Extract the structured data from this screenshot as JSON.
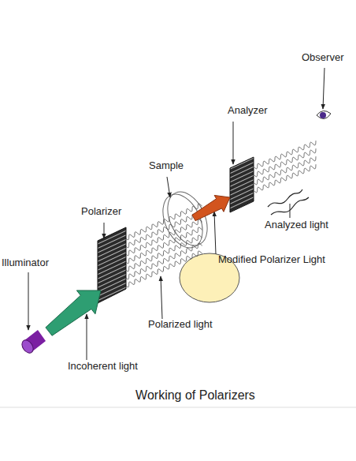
{
  "diagram": {
    "caption": "Working of Polarizers",
    "labels": [
      "Observer",
      "Analyzer",
      "Sample",
      "Polarizer",
      "Analyzed light",
      "Modified Polarizer Light",
      "Illuminator",
      "Polarized light",
      "Incoherent light"
    ]
  }
}
